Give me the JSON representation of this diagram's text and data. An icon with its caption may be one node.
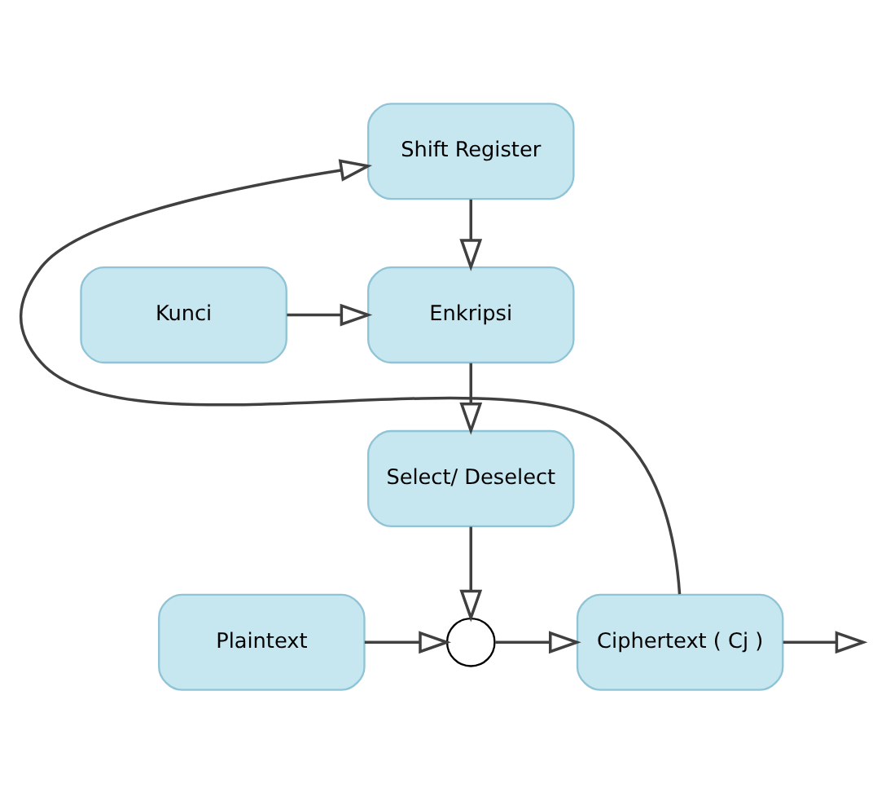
{
  "diagram": {
    "nodes": [
      {
        "text": [
          "Shift Register"
        ]
      },
      {
        "text": [
          "Kunci"
        ]
      },
      {
        "text": [
          "Enkripsi"
        ]
      },
      {
        "text": [
          "Select/ Deselect"
        ]
      },
      {
        "text": [
          "Plaintext"
        ]
      },
      {
        "text": [],
        "shape": "circle"
      },
      {
        "text": [
          "Ciphertext ( Cj )"
        ]
      }
    ],
    "edges": [
      {
        "from": 0,
        "to": 2,
        "arrow": "to"
      },
      {
        "from": 1,
        "to": 2,
        "arrow": "to"
      },
      {
        "from": 2,
        "to": 3,
        "arrow": "to"
      },
      {
        "from": 3,
        "to": 5,
        "arrow": "to"
      },
      {
        "from": 4,
        "to": 5,
        "arrow": "to"
      },
      {
        "from": 5,
        "to": 6,
        "arrow": "to"
      },
      {
        "from": 6,
        "to": 0,
        "arrow": "to"
      },
      {
        "from": 6,
        "to": null,
        "arrow": "to"
      }
    ]
  }
}
